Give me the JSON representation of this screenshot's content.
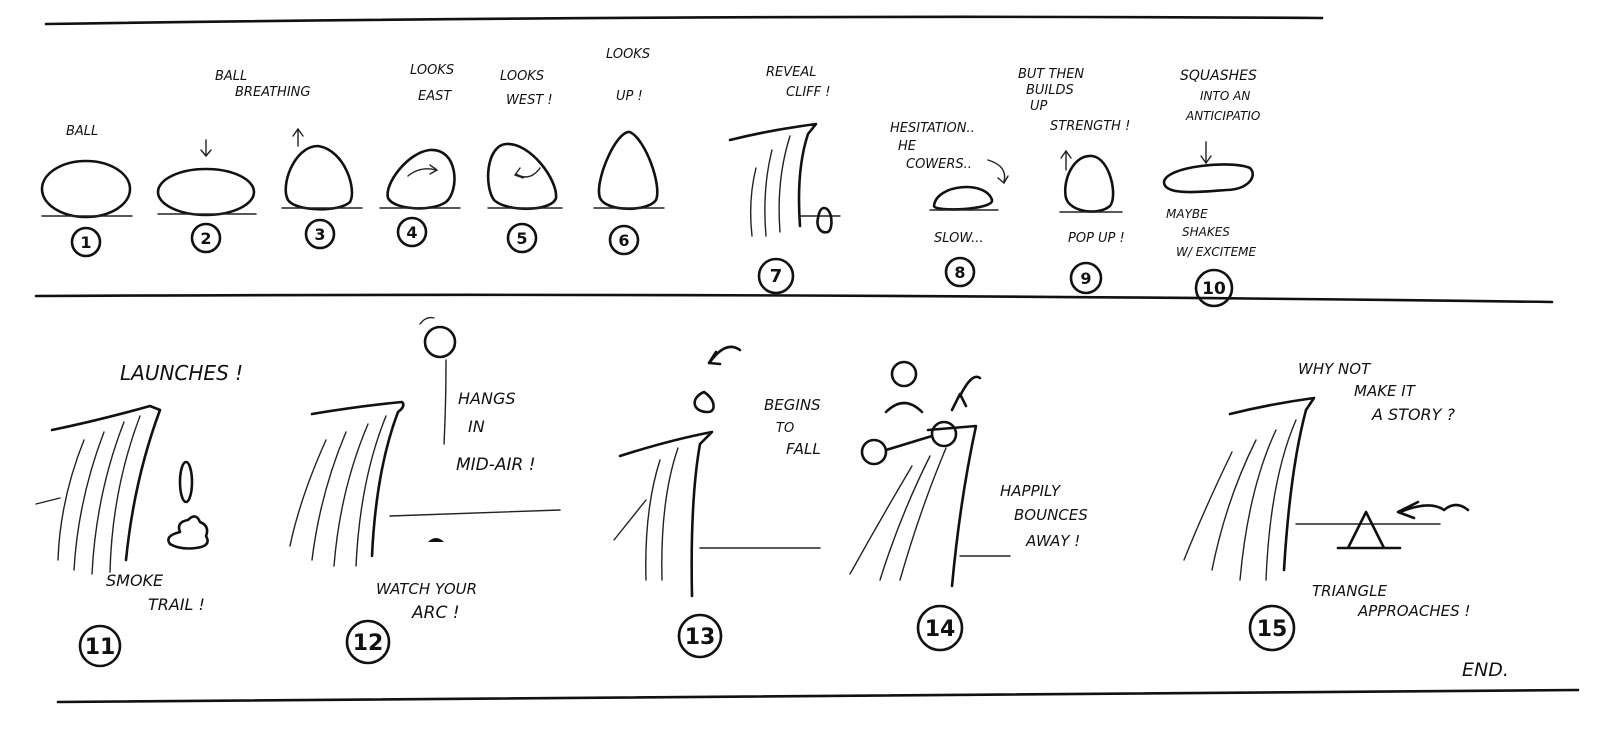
{
  "notes": {
    "f1": "BALL",
    "f2": [
      "BALL",
      "BREATHING"
    ],
    "f4": [
      "LOOKS",
      "EAST"
    ],
    "f5": [
      "LOOKS",
      "WEST !"
    ],
    "f6": [
      "LOOKS",
      "UP !"
    ],
    "f7": [
      "REVEAL",
      "CLIFF !"
    ],
    "f8_top": [
      "HESITATION..",
      "HE",
      "COWERS.."
    ],
    "f8_bottom": "SLOW...",
    "f9_top": [
      "BUT THEN",
      "BUILDS",
      "UP",
      "STRENGTH !"
    ],
    "f9_bottom": "POP UP !",
    "f10_top": [
      "SQUASHES",
      "INTO AN",
      "ANTICIPATIO"
    ],
    "f10_bottom": [
      "MAYBE",
      "SHAKES",
      "W/ EXCITEME"
    ],
    "f11_top": "LAUNCHES !",
    "f11_bottom": [
      "SMOKE",
      "TRAIL !"
    ],
    "f12_side": [
      "HANGS",
      "IN",
      "MID-AIR !"
    ],
    "f12_bottom": [
      "WATCH YOUR",
      "ARC !"
    ],
    "f13": [
      "BEGINS",
      "TO",
      "FALL"
    ],
    "f14": [
      "HAPPILY",
      "BOUNCES",
      "AWAY !"
    ],
    "f15_top": [
      "WHY NOT",
      "MAKE IT",
      "A STORY ?"
    ],
    "f15_bottom": [
      "TRIANGLE",
      "APPROACHES !"
    ],
    "end": "END."
  },
  "frame_numbers": [
    "1",
    "2",
    "3",
    "4",
    "5",
    "6",
    "7",
    "8",
    "9",
    "10",
    "11",
    "12",
    "13",
    "14",
    "15"
  ],
  "colors": {
    "ink": "#111111",
    "paper": "#ffffff"
  }
}
